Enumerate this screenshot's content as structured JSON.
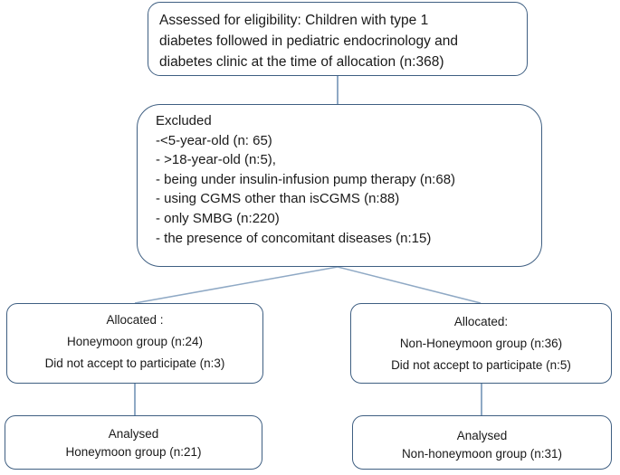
{
  "assessment": {
    "lines": [
      "Assessed for eligibility: Children with type 1",
      "diabetes followed in pediatric endocrinology and",
      "diabetes clinic at the time of allocation (n:368)"
    ]
  },
  "excluded": {
    "title": "Excluded",
    "items": [
      "-<5-year-old (n: 65)",
      "- >18-year-old (n:5),",
      "- being under insulin-infusion pump therapy (n:68)",
      "- using CGMS other than isCGMS (n:88)",
      "- only SMBG (n:220)",
      "- the presence of concomitant diseases (n:15)"
    ]
  },
  "allocated_honeymoon": {
    "title": "Allocated :",
    "group": "Honeymoon group (n:24)",
    "declined": "Did not accept to participate (n:3)"
  },
  "allocated_non_honeymoon": {
    "title": "Allocated:",
    "group": "Non-Honeymoon group (n:36)",
    "declined": "Did not accept to participate (n:5)"
  },
  "analysed_honeymoon": {
    "title": "Analysed",
    "group": "Honeymoon group (n:21)"
  },
  "analysed_non_honeymoon": {
    "title": "Analysed",
    "group": "Non-honeymoon group (n:31)"
  }
}
